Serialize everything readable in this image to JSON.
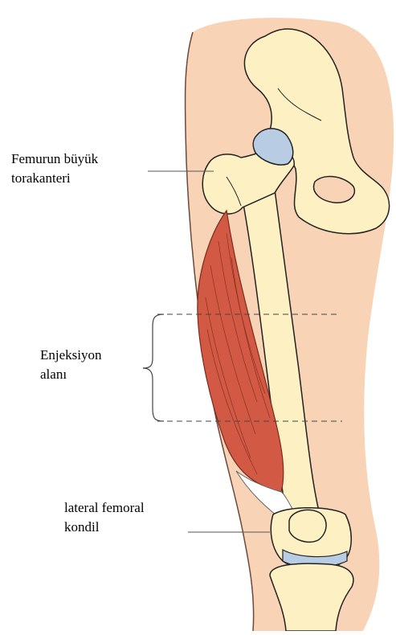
{
  "labels": {
    "greater_trochanter": [
      "Femurun büyük",
      "torakanteri"
    ],
    "injection_area": [
      "Enjeksiyon",
      "alanı"
    ],
    "lateral_condyle": [
      "lateral femoral",
      "kondil"
    ]
  },
  "colors": {
    "skin": "#f8d3b6",
    "bone": "#fdf1c3",
    "bone_outline": "#222222",
    "muscle": "#d25a45",
    "cartilage": "#b8cde3",
    "guide_line": "#555555"
  }
}
